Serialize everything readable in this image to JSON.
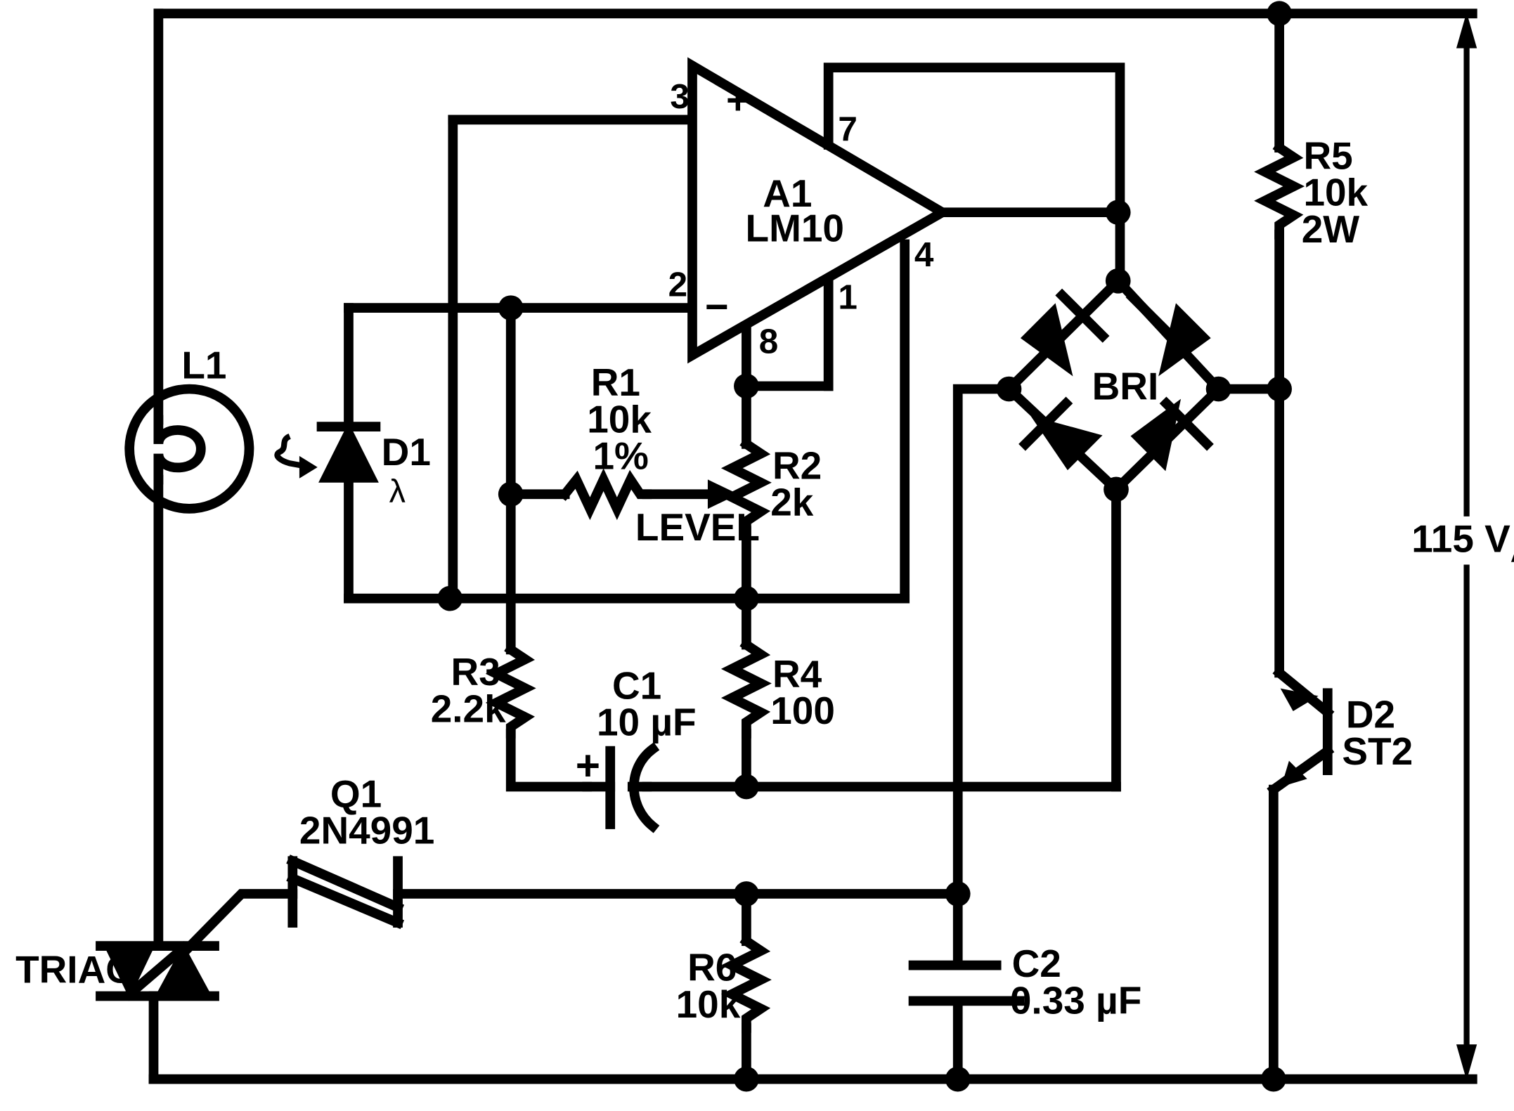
{
  "labels": {
    "l1": "L1",
    "d1": "D1",
    "d1_lambda": "λ",
    "a1": "A1",
    "a1_part": "LM10",
    "pin3": "3",
    "pin2": "2",
    "pin7": "7",
    "pin4": "4",
    "pin1": "1",
    "pin8": "8",
    "plus": "+",
    "minus": "−",
    "r1": "R1",
    "r1_val": "10k",
    "r1_tol": "1%",
    "r2": "R2",
    "r2_val": "2k",
    "level": "LEVEL",
    "r3": "R3",
    "r3_val": "2.2k",
    "c1": "C1",
    "c1_val": "10 µF",
    "c1_plus": "+",
    "r4": "R4",
    "r4_val": "100",
    "bri": "BRI",
    "r5": "R5",
    "r5_val": "10k",
    "r5_pwr": "2W",
    "d2": "D2",
    "d2_part": "ST2",
    "vac": "115 V",
    "vac_sub": "AC",
    "q1": "Q1",
    "q1_part": "2N4991",
    "triac": "TRIAC",
    "r6": "R6",
    "r6_val": "10k",
    "c2": "C2",
    "c2_val": "0.33 µF"
  }
}
